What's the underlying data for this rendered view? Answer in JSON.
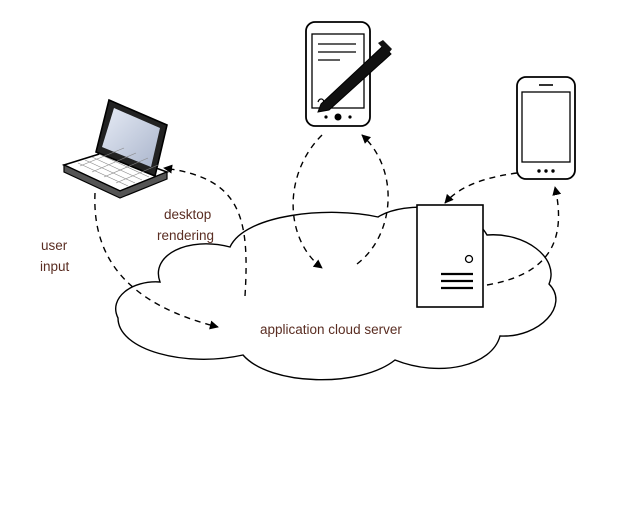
{
  "labels": {
    "user_input_line1": "user",
    "user_input_line2": "input",
    "desktop_rendering_line1": "desktop",
    "desktop_rendering_line2": "rendering",
    "cloud_server": "application cloud server"
  },
  "icons": {
    "laptop": "laptop-icon",
    "tablet": "tablet-pen-icon",
    "phone": "smartphone-icon",
    "server": "server-tower-icon",
    "cloud": "cloud-shape"
  },
  "colors": {
    "label_text": "#5a2d22",
    "laptop_screen": "#c7cfe0",
    "line": "#000000"
  }
}
